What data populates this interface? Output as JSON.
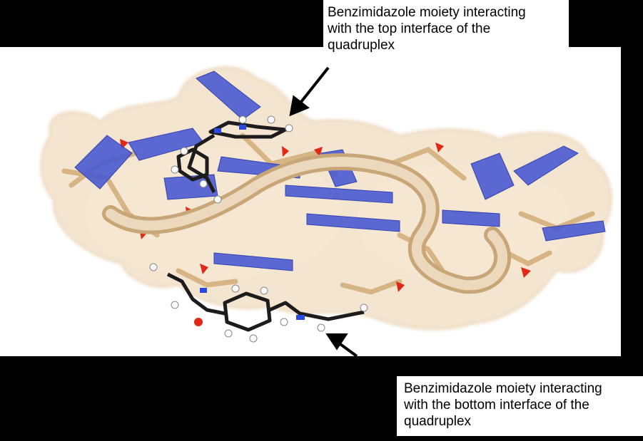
{
  "annotations": {
    "top": {
      "lines": [
        "Benzimidazole moiety interacting",
        "with the top interface of the",
        "quadruplex"
      ]
    },
    "bottom": {
      "lines": [
        "Benzimidazole moiety interacting",
        "with the bottom interface of the",
        "quadruplex"
      ]
    }
  },
  "colors": {
    "background": "#000000",
    "panel": "#ffffff",
    "surface": "#f0dcc0",
    "backbone": "#d9b88a",
    "base": "#4a5ad0",
    "oxygen": "#e02818",
    "ligand": "#1c1c1c",
    "hydrogen": "#ffffff",
    "nitrogen": "#2848e0",
    "arrow": "#000000"
  },
  "icons": {
    "arrows": [
      "arrow-to-top-ligand",
      "arrow-to-bottom-ligand"
    ]
  }
}
